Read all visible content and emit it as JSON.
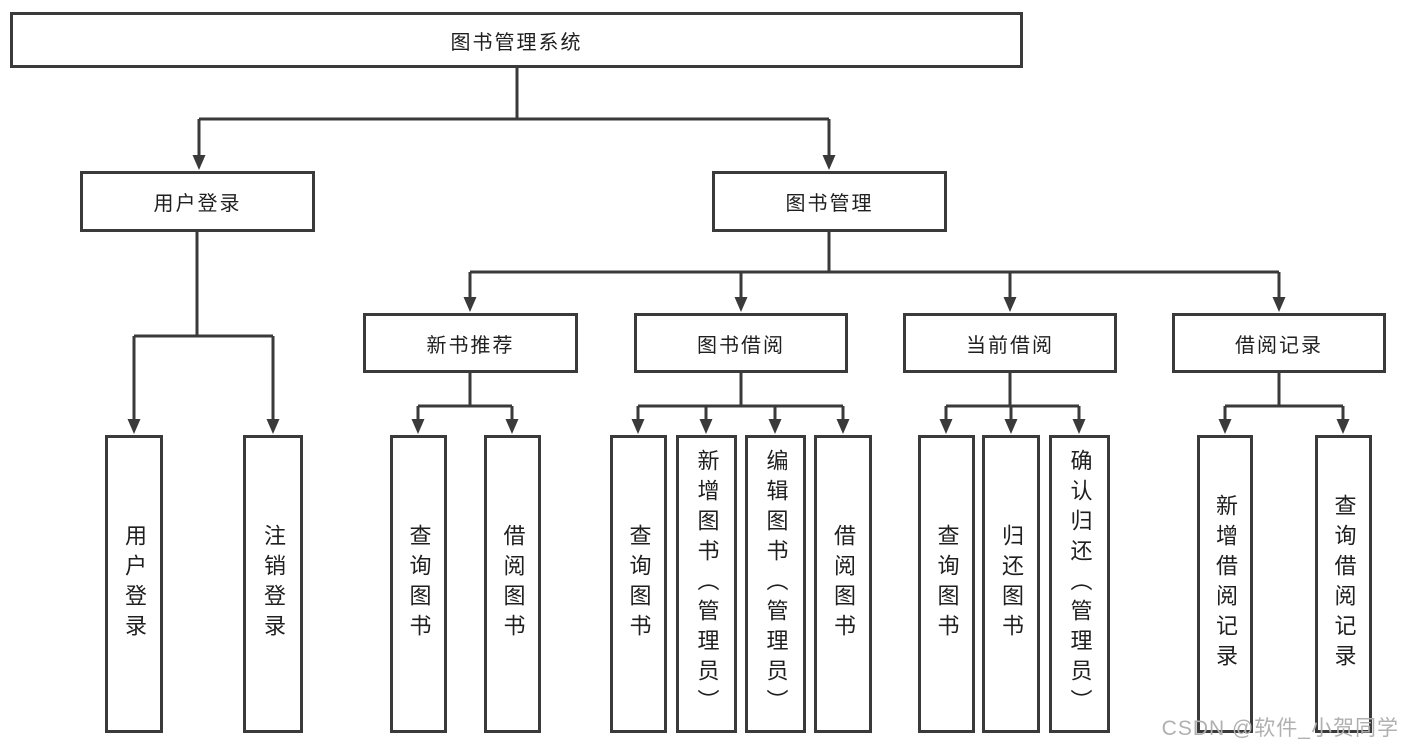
{
  "page": {
    "background": "#ffffff",
    "line_color": "#3a3a3a",
    "text_color": "#1f1f1f",
    "watermark": {
      "text": "CSDN @软件_小贺同学",
      "color": "#b0b0b0"
    }
  },
  "tree": {
    "root": {
      "label": "图书管理系统"
    },
    "children": [
      {
        "label": "用户登录",
        "children": [
          {
            "label": "用户登录"
          },
          {
            "label": "注销登录"
          }
        ]
      },
      {
        "label": "图书管理",
        "children": [
          {
            "label": "新书推荐",
            "children": [
              {
                "label": "查询图书"
              },
              {
                "label": "借阅图书"
              }
            ]
          },
          {
            "label": "图书借阅",
            "children": [
              {
                "label": "查询图书"
              },
              {
                "label": "新增图书（管理员）"
              },
              {
                "label": "编辑图书（管理员）"
              },
              {
                "label": "借阅图书"
              }
            ]
          },
          {
            "label": "当前借阅",
            "children": [
              {
                "label": "查询图书"
              },
              {
                "label": "归还图书"
              },
              {
                "label": "确认归还（管理员）"
              }
            ]
          },
          {
            "label": "借阅记录",
            "children": [
              {
                "label": "新增借阅记录"
              },
              {
                "label": "查询借阅记录"
              }
            ]
          }
        ]
      }
    ]
  }
}
